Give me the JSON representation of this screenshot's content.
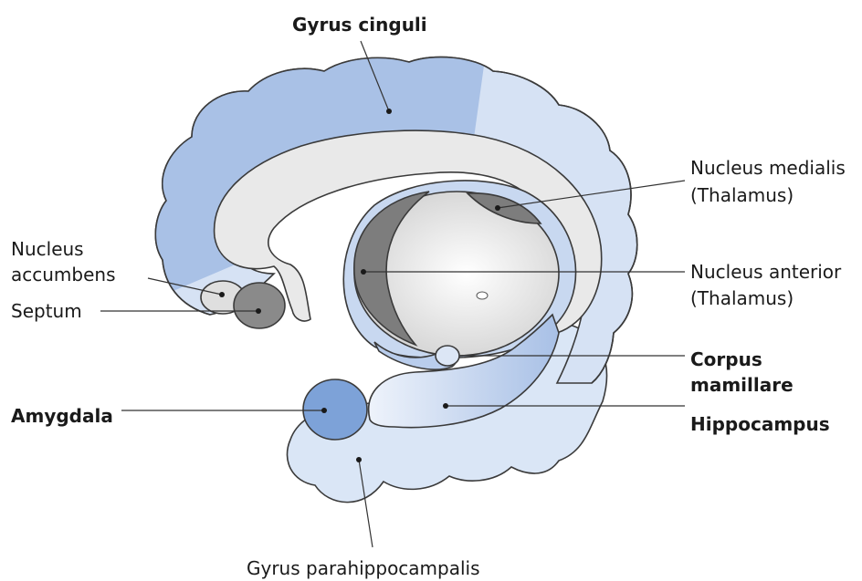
{
  "labels": {
    "gyrus_cinguli": "Gyrus cinguli",
    "nucleus_medialis_1": "Nucleus medialis",
    "nucleus_medialis_2": "(Thalamus)",
    "nucleus_accumbens_1": "Nucleus",
    "nucleus_accumbens_2": "accumbens",
    "septum": "Septum",
    "nucleus_anterior_1": "Nucleus anterior",
    "nucleus_anterior_2": "(Thalamus)",
    "corpus_mamillare_1": "Corpus",
    "corpus_mamillare_2": "mamillare",
    "hippocampus": "Hippocampus",
    "amygdala": "Amygdala",
    "gyrus_parahippocampalis": "Gyrus parahippocampalis"
  },
  "colors": {
    "cingulate_dark": "#a9c1e6",
    "cingulate_light": "#d6e2f4",
    "fornix": "#e9e9e9",
    "thalamus": "#ebebeb",
    "nucleus_gray": "#7d7d7d",
    "septum_gray": "#8a8a8a",
    "amygdala": "#7da2d8",
    "hippocampus_blue": "#b3c9eb",
    "parahippocampal": "#dae6f6"
  }
}
